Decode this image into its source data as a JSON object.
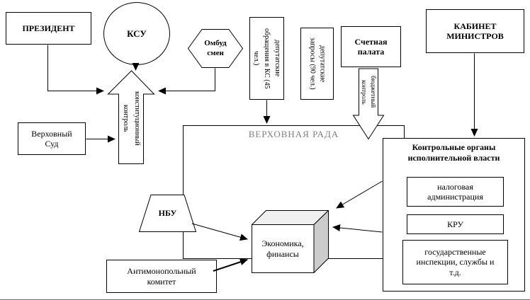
{
  "diagram": {
    "president": "ПРЕЗИДЕНТ",
    "ksu": "КСУ",
    "ombudsman": "Омбуд смен",
    "deputy_appeals": "депутатские обращения в КС (45 чел.)",
    "deputy_requests": "депутатские запросы (90 чел.)",
    "accounting_chamber": "Счетная палата",
    "cabinet": "КАБИНЕТ МИНИСТРОВ",
    "supreme_court": "Верховный Суд",
    "constitutional_control": "конституционный контроль",
    "budget_control": "бюджетный контроль",
    "rada": "ВЕРХОВНАЯ РАДА",
    "nbu": "НБУ",
    "economy": "Экономика, финансы",
    "antimonopoly": "Антимонопольный комитет",
    "control_organs_title": "Контрольные органы исполнительной власти",
    "control_organs_items": {
      "tax": "налоговая администрация",
      "kru": "КРУ",
      "inspections": "государственные инспекции, службы и т.д."
    }
  },
  "colors": {
    "background": "#ffffff",
    "border": "#000000",
    "rada_label": "#808080",
    "cube_top": "#f0f0f0",
    "cube_side": "#cccccc",
    "arrow_fill": "#ffffff"
  }
}
